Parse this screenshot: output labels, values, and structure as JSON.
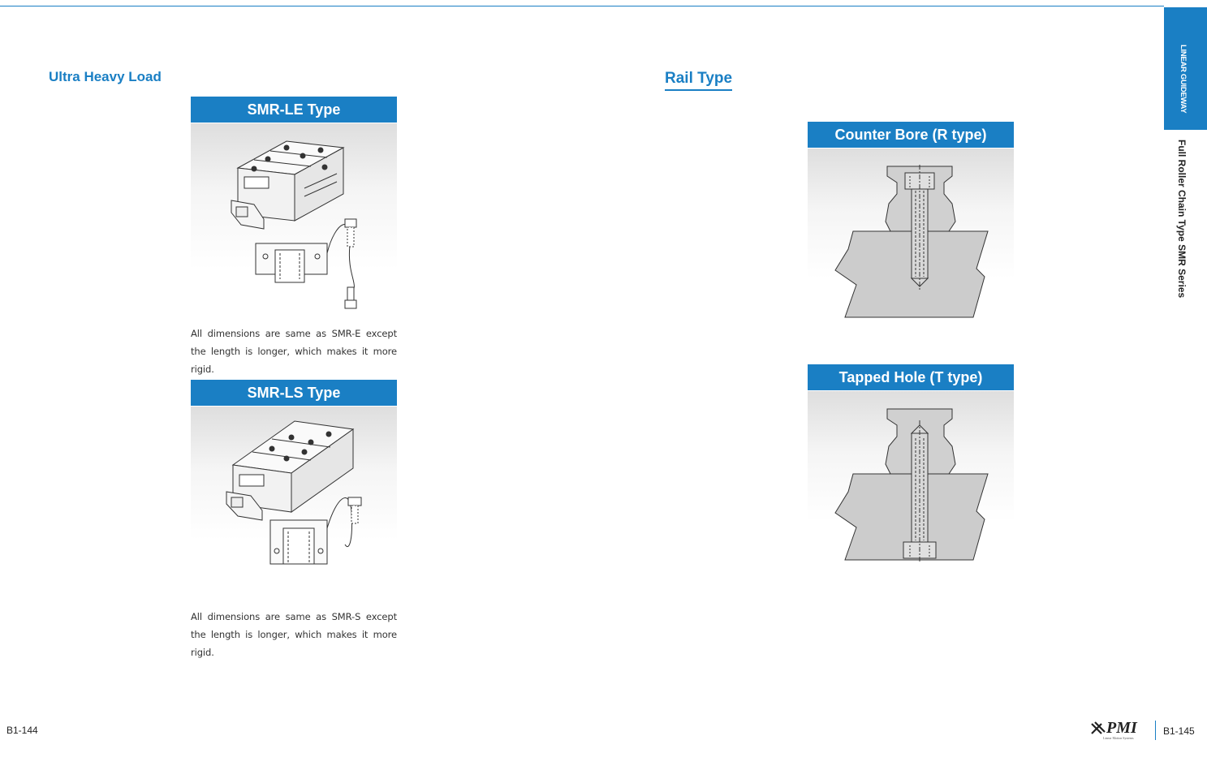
{
  "left": {
    "section_title": "Ultra Heavy Load",
    "panels": [
      {
        "title": "SMR-LE Type",
        "description": "All dimensions are same as SMR-E except the length is longer, which makes it more rigid."
      },
      {
        "title": "SMR-LS Type",
        "description": "All dimensions are same as SMR-S except the length is longer, which makes it more rigid."
      }
    ]
  },
  "right": {
    "section_title": "Rail Type",
    "panels": [
      {
        "title": "Counter Bore (R type)"
      },
      {
        "title": "Tapped Hole (T type)"
      }
    ]
  },
  "side_tab": {
    "category": "LINEAR GUIDEWAY",
    "series": "Full Roller Chain Type SMR Series"
  },
  "footer": {
    "left_page": "B1-144",
    "right_page": "B1-145",
    "logo_text": "PMI",
    "logo_subtext": "Linear Motion Systems"
  },
  "colors": {
    "brand_blue": "#1a7fc4",
    "panel_gray": "#dedede"
  }
}
